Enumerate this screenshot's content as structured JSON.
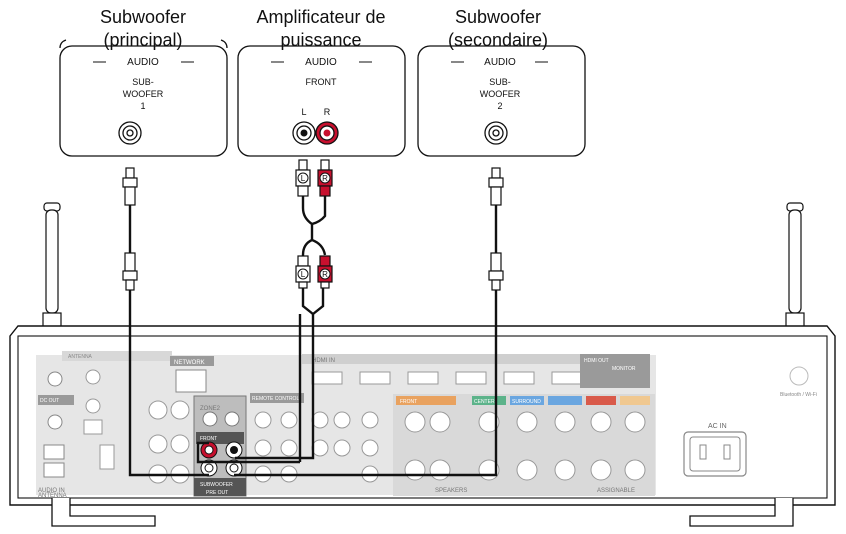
{
  "devices": {
    "sub1": {
      "title1": "Subwoofer",
      "title2": "(principal)",
      "section": "AUDIO",
      "jack1": "SUB-",
      "jack2": "WOOFER",
      "jack3": "1"
    },
    "amp": {
      "title1": "Amplificateur de",
      "title2": "puissance",
      "section": "AUDIO",
      "jack1": "FRONT",
      "left": "L",
      "right": "R"
    },
    "sub2": {
      "title1": "Subwoofer",
      "title2": "(secondaire)",
      "section": "AUDIO",
      "jack1": "SUB-",
      "jack2": "WOOFER",
      "jack3": "2"
    }
  },
  "plugs": {
    "left": "L",
    "right": "R"
  },
  "receiver": {
    "network": "NETWORK",
    "hdmi_in": "HDMI IN",
    "hdmi_out": "HDMI OUT",
    "remote": "REMOTE CONTROL",
    "zone2": "ZONE2",
    "front": "FRONT",
    "center": "CENTER",
    "surround": "SURROUND",
    "subwoofer": "SUBWOOFER",
    "pre_out": "PRE OUT",
    "speakers": "SPEAKERS",
    "assignable": "ASSIGNABLE",
    "ac_in": "AC IN",
    "antenna": "ANTENNA",
    "audio_in": "AUDIO IN",
    "dc_out": "DC OUT",
    "monitor": "MONITOR"
  },
  "colors": {
    "line": "#111111",
    "red": "#c8102e",
    "receiver_panel": "#e6e6e6",
    "blue": "#6aa6e0",
    "green": "#5cb38a",
    "orange": "#e9a25f"
  }
}
